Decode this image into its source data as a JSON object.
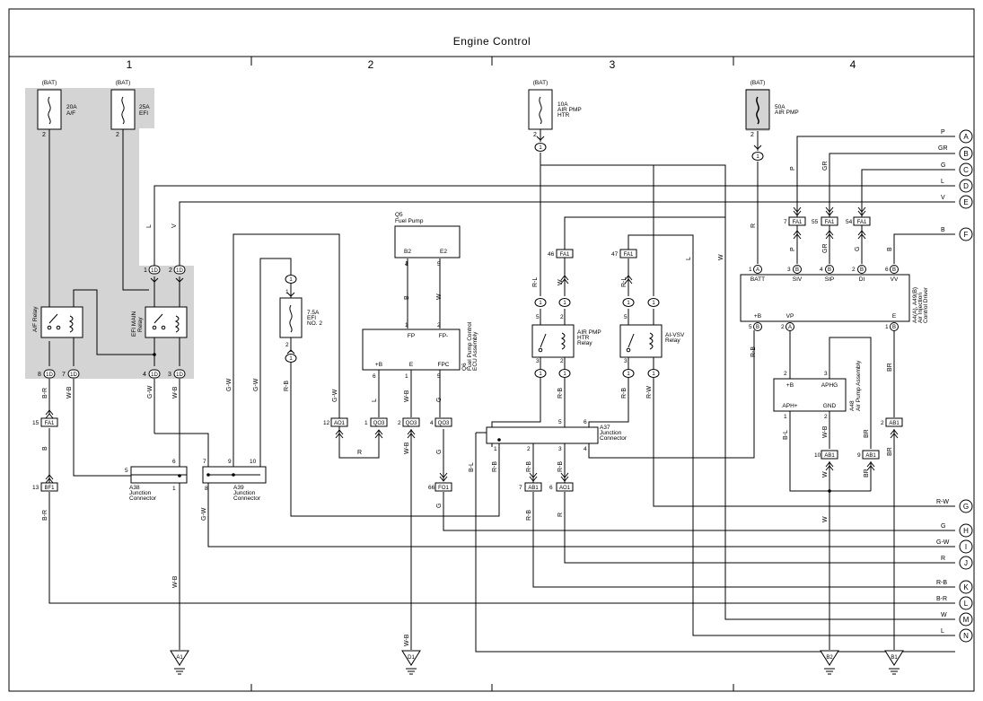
{
  "title": "Engine Control",
  "columns": [
    "1",
    "2",
    "3",
    "4"
  ],
  "fuses": [
    {
      "pin": "2",
      "src": "(BAT)",
      "rating": "20A",
      "name": "A/F"
    },
    {
      "pin": "2",
      "src": "(BAT)",
      "rating": "25A",
      "name": "EFI"
    },
    {
      "pin": "2",
      "src": "(BAT)",
      "rating": "10A",
      "name": "AIR PMP",
      "name2": "HTR"
    },
    {
      "pin": "2",
      "src": "(BAT)",
      "rating": "50A",
      "name": "AIR PMP"
    },
    {
      "rating": "7.5A",
      "name": "EFI",
      "name2": "NO. 2"
    }
  ],
  "relays": {
    "af": "A/F Relay",
    "efi_main_1": "EFI MAIN",
    "efi_main_2": "Relay",
    "air_pmp_1": "AIR PMP",
    "air_pmp_2": "HTR",
    "air_pmp_3": "Relay",
    "ai_vsv_1": "AI-VSV",
    "ai_vsv_2": "Relay"
  },
  "components": {
    "q5_1": "Q5",
    "q5_2": "Fuel Pump",
    "q6_1": "Q6",
    "q6_2": "Fuel Pump Control",
    "q6_3": "ECU Assembly",
    "a4_1": "A4(A), A49(B)",
    "a4_2": "Air Injection",
    "a4_3": "Control Driver",
    "a48_1": "A48",
    "a48_2": "Air Pump Assembly",
    "a38_1": "A38",
    "a38_2": "Junction",
    "a38_3": "Connector",
    "a39_1": "A39",
    "a39_2": "Junction",
    "a39_3": "Connector",
    "a37_1": "A37",
    "a37_2": "Junction",
    "a37_3": "Connector"
  },
  "pins": {
    "q5_b2": "B2",
    "q5_e2": "E2",
    "q6_fp": "FP",
    "q6_fpm": "FP-",
    "q6_b": "+B",
    "q6_e": "E",
    "q6_fpc": "FPC",
    "a4_batt": "BATT",
    "a4_siv": "SIV",
    "a4_sip": "SIP",
    "a4_di": "DI",
    "a4_vv": "VV",
    "a4_b": "+B",
    "a4_vp": "VP",
    "a4_e": "E",
    "a48_b": "+B",
    "a48_aphg": "APHG",
    "a48_aphp": "APH+",
    "a48_gnd": "GND"
  },
  "connectors": {
    "c1d": "1D",
    "fa1": "FA1",
    "bf1": "BF1",
    "ao1": "AO1",
    "qo3": "QO3",
    "fo1": "FO1",
    "ab1": "AB1",
    "ca": "A",
    "cb": "B",
    "one": "1"
  },
  "wires": {
    "L": "L",
    "V": "V",
    "BR_": "B-R",
    "WB": "W-B",
    "GW": "G-W",
    "RB": "R-B",
    "R": "R",
    "B": "B",
    "W": "W",
    "G": "G",
    "RL": "R-L",
    "BL": "B-L",
    "RW": "R-W",
    "P": "P",
    "GR": "GR",
    "BR": "BR"
  },
  "offpage": [
    {
      "id": "A",
      "wire": "P"
    },
    {
      "id": "B",
      "wire": "GR"
    },
    {
      "id": "C",
      "wire": "G"
    },
    {
      "id": "D",
      "wire": "L"
    },
    {
      "id": "E",
      "wire": "V"
    },
    {
      "id": "F",
      "wire": "B"
    },
    {
      "id": "G",
      "wire": "R-W"
    },
    {
      "id": "H",
      "wire": "G"
    },
    {
      "id": "I",
      "wire": "G-W"
    },
    {
      "id": "J",
      "wire": "R"
    },
    {
      "id": "K",
      "wire": "R-B"
    },
    {
      "id": "L",
      "wire": "B-R"
    },
    {
      "id": "M",
      "wire": "W"
    },
    {
      "id": "N",
      "wire": "L"
    }
  ],
  "grounds": [
    "A1",
    "D1",
    "B2",
    "B1"
  ]
}
